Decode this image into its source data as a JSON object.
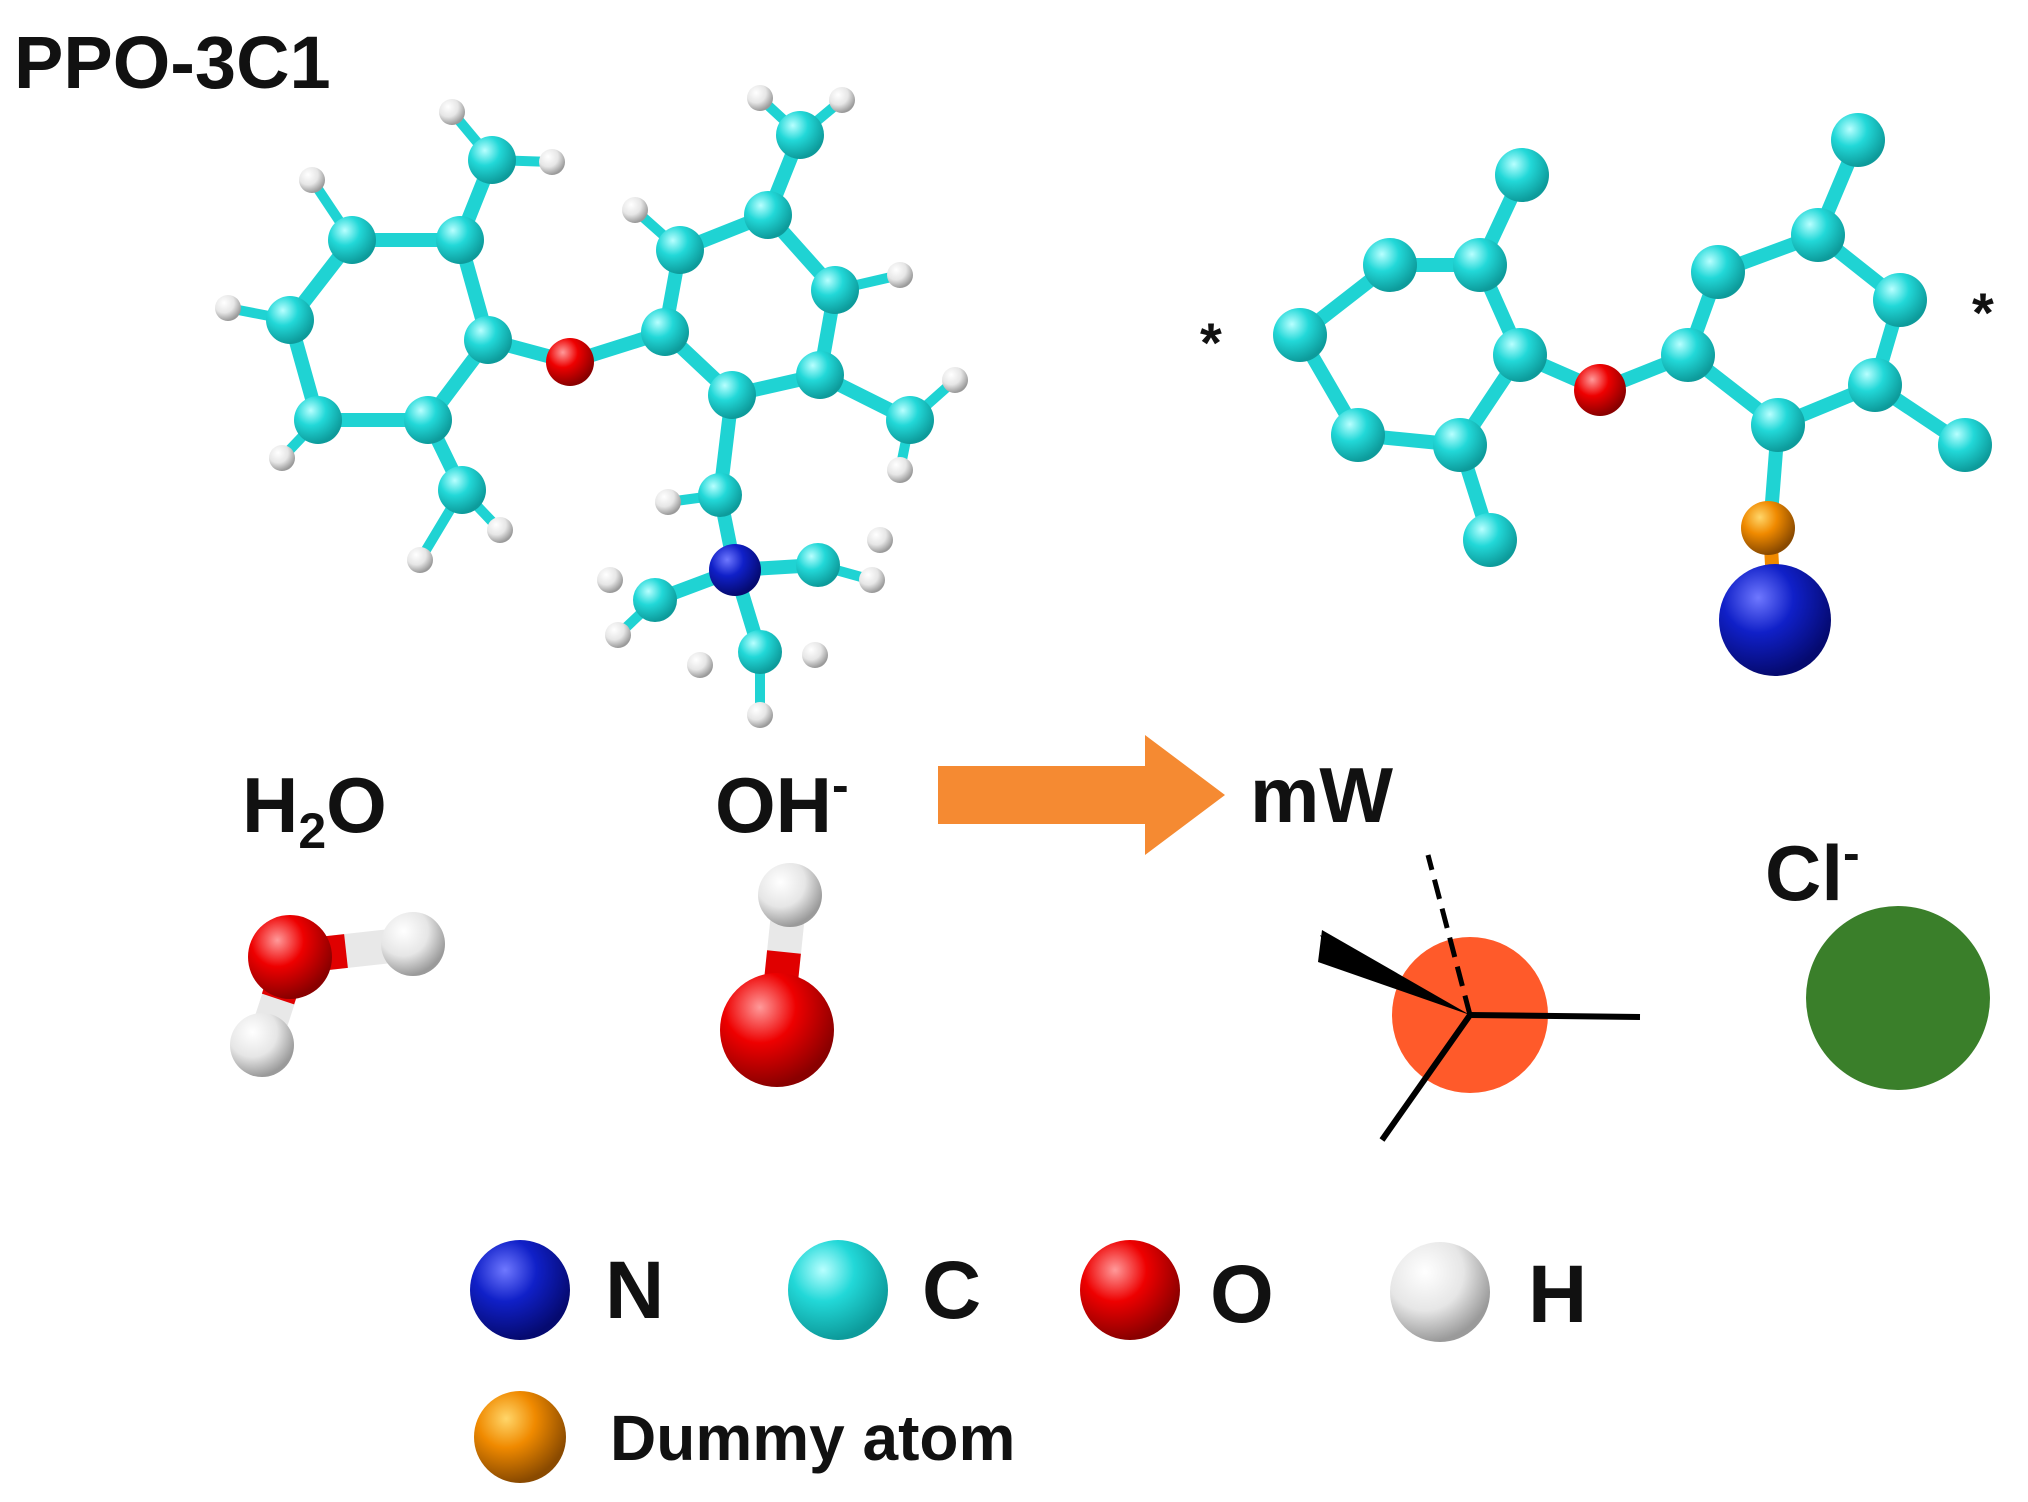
{
  "figure": {
    "molecule_title": "PPO-3C1",
    "star_left": "*",
    "star_right": "*",
    "water_label_main": "H",
    "water_label_sub": "2",
    "water_label_end": "O",
    "hydroxide_label": "OH",
    "hydroxide_charge": "-",
    "mw_label": "mW",
    "chloride_label": "Cl",
    "chloride_charge": "-"
  },
  "legend": {
    "items": [
      {
        "label": "N",
        "color": "#0a14b4"
      },
      {
        "label": "C",
        "color": "#1fd3d3"
      },
      {
        "label": "O",
        "color": "#e00000"
      },
      {
        "label": "H",
        "color": "#e8e8e8"
      },
      {
        "label": "Dummy atom",
        "color": "#f08a00"
      }
    ]
  },
  "colors": {
    "carbon": "#1fd3d3",
    "nitrogen": "#0a14b4",
    "oxygen": "#e00000",
    "hydrogen": "#e8e8e8",
    "dummy": "#f08a00",
    "arrow": "#f58a32",
    "mw_bead": "#ff5a2a",
    "chloride": "#3a7f2a"
  }
}
